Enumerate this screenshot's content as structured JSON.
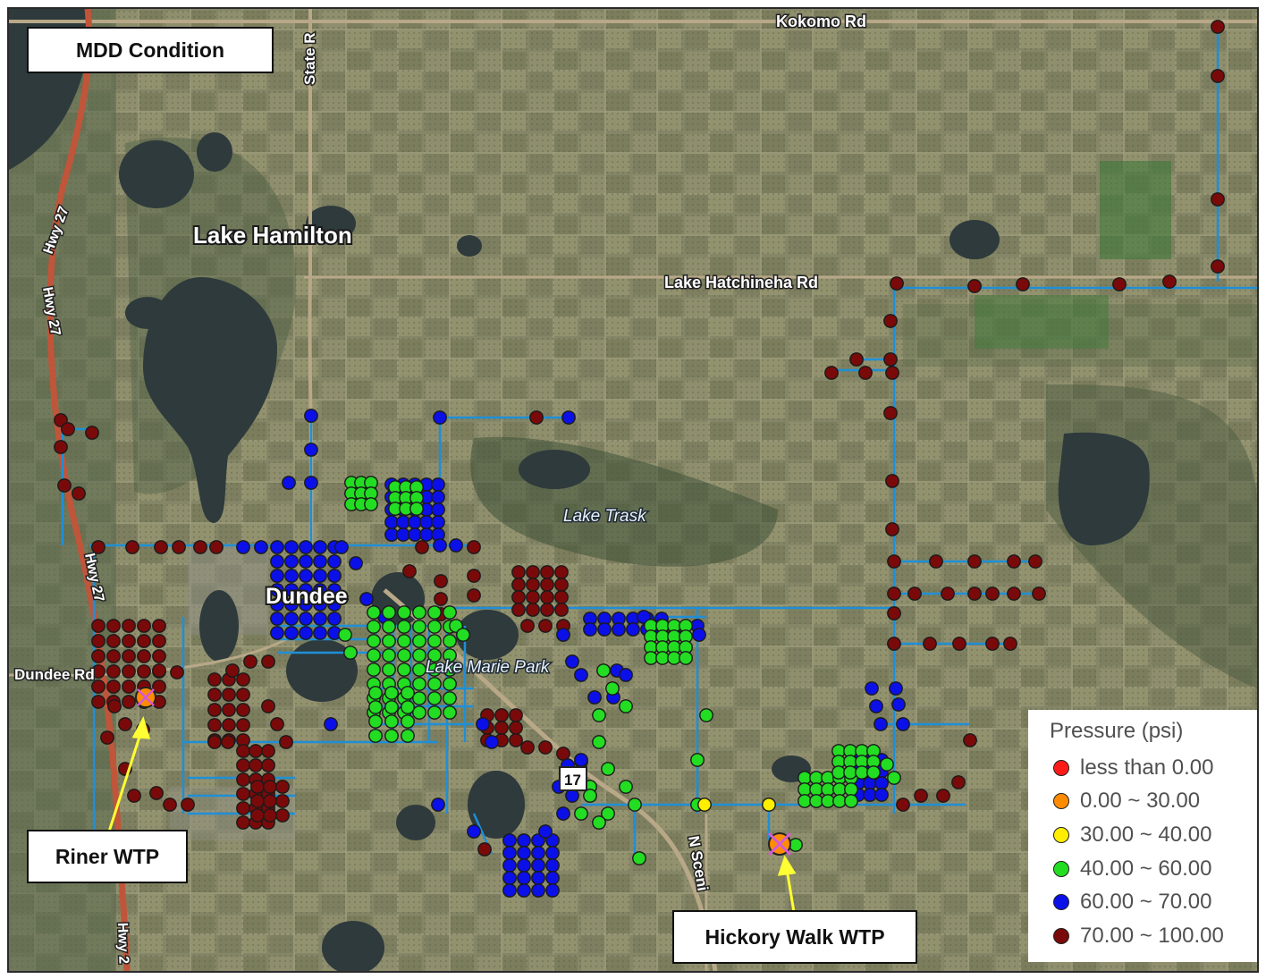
{
  "map": {
    "condition_label": "MDD Condition",
    "place_labels": {
      "lake_hamilton": "Lake Hamilton",
      "dundee": "Dundee"
    },
    "water_labels": {
      "lake_trask": "Lake Trask",
      "lake_marie_park": "Lake Marie Park"
    },
    "road_labels": {
      "kokomo_rd": "Kokomo Rd",
      "state_rd": "State R",
      "lake_hatchineha_rd": "Lake Hatchineha Rd",
      "hwy27_top": "Hwy 27",
      "hwy27_upper": "Hwy 27",
      "hwy27_mid": "Hwy 27",
      "hwy27_bottom": "Hwy 2",
      "dundee_rd": "Dundee Rd",
      "n_scenic": "N Sceni",
      "route17": "17"
    },
    "callouts": {
      "riner_wtp": "Riner WTP",
      "hickory_walk_wtp": "Hickory Walk WTP"
    }
  },
  "legend": {
    "title": "Pressure (psi)",
    "items": [
      {
        "label": "less than 0.00",
        "color": "#ff1a1a"
      },
      {
        "label": "0.00 ~ 30.00",
        "color": "#ff8c00"
      },
      {
        "label": "30.00 ~ 40.00",
        "color": "#ffee00"
      },
      {
        "label": "40.00 ~ 60.00",
        "color": "#22dd22"
      },
      {
        "label": "60.00 ~ 70.00",
        "color": "#0b10e8"
      },
      {
        "label": "70.00 ~ 100.00",
        "color": "#7a0a0a"
      }
    ]
  },
  "colors": {
    "pipe": "#1f8fd6",
    "road": "#b8a888",
    "highway": "#c0553a",
    "water": "#2e3a3c"
  }
}
